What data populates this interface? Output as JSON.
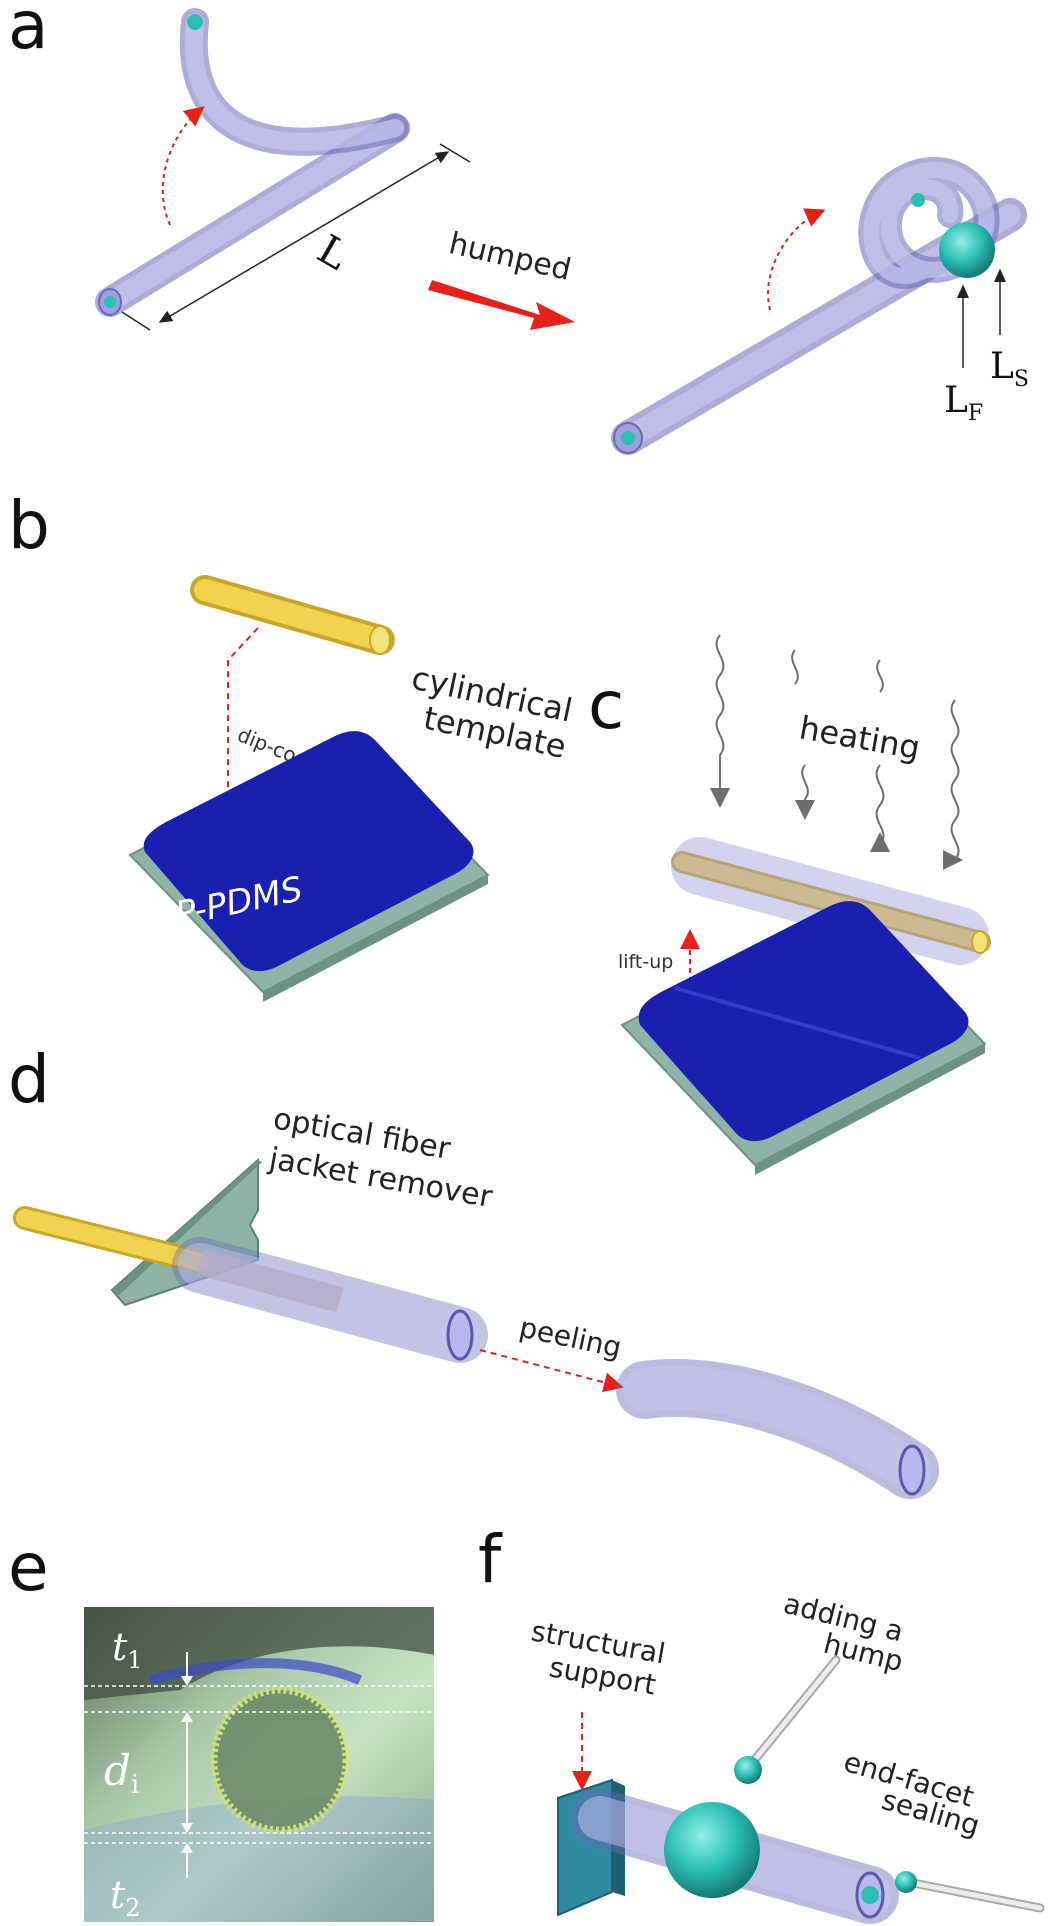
{
  "panels": {
    "a": {
      "letter": "a",
      "length_label": "L",
      "arrow_label": "humped",
      "lf_main": "L",
      "lf_sub": "F",
      "ls_main": "L",
      "ls_sub": "S"
    },
    "b": {
      "letter": "b",
      "template_label_1": "cylindrical",
      "template_label_2": "template",
      "dip_label": "dip-coating",
      "pool_label": "LP-PDMS"
    },
    "c": {
      "letter": "c",
      "heating_label": "heating",
      "lift_label": "lift-up"
    },
    "d": {
      "letter": "d",
      "remover_label_1": "optical fiber",
      "remover_label_2": "jacket remover",
      "peeling_label": "peeling"
    },
    "e": {
      "letter": "e",
      "t1_main": "t",
      "t1_sub": "1",
      "di_main": "d",
      "di_sub": "i",
      "t2_main": "t",
      "t2_sub": "2"
    },
    "f": {
      "letter": "f",
      "support_label_1": "structural",
      "support_label_2": "support",
      "hump_label_1": "adding a",
      "hump_label_2": "hump",
      "seal_label_1": "end-facet",
      "seal_label_2": "sealing"
    }
  },
  "colors": {
    "tube_fill": "#9f9fe0",
    "tube_edge": "#6a6ab8",
    "hump": "#2bbfb4",
    "template": "#f2d34f",
    "pdms": "#1a1fb0",
    "substrate": "#8fb3a6",
    "red": "#e8201a"
  }
}
